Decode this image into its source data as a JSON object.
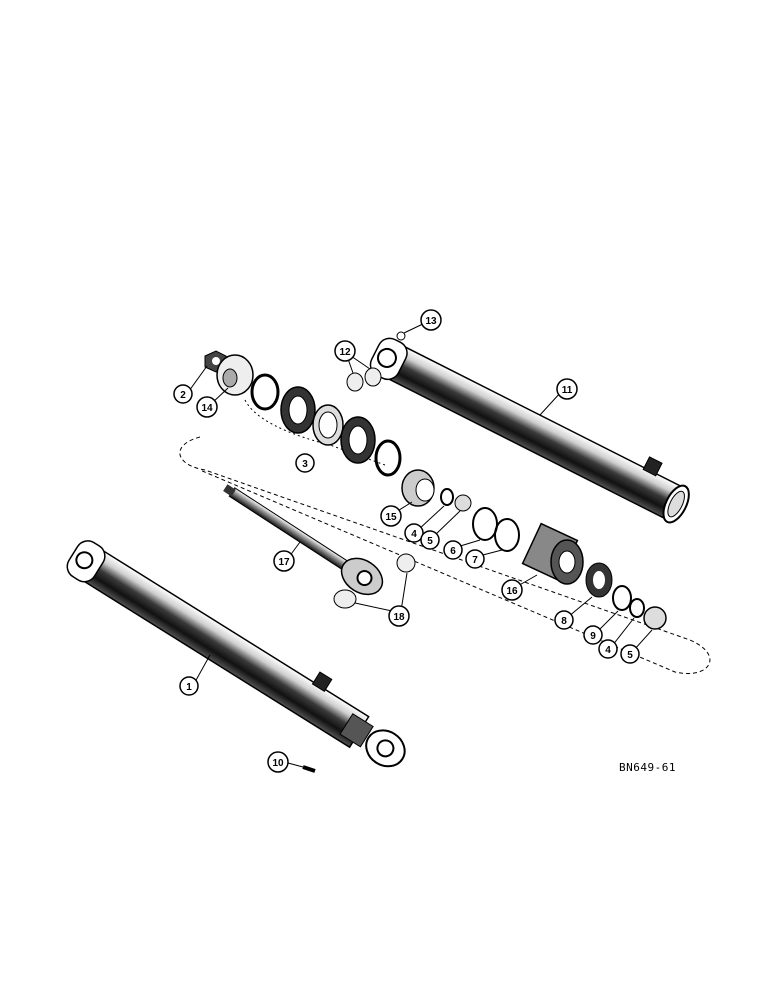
{
  "diagram": {
    "drawing_code": "BN649-61",
    "callouts": [
      {
        "id": "c1",
        "label": "1"
      },
      {
        "id": "c2",
        "label": "2"
      },
      {
        "id": "c3",
        "label": "3"
      },
      {
        "id": "c4a",
        "label": "4"
      },
      {
        "id": "c4b",
        "label": "4"
      },
      {
        "id": "c5a",
        "label": "5"
      },
      {
        "id": "c5b",
        "label": "5"
      },
      {
        "id": "c6",
        "label": "6"
      },
      {
        "id": "c7",
        "label": "7"
      },
      {
        "id": "c8",
        "label": "8"
      },
      {
        "id": "c9",
        "label": "9"
      },
      {
        "id": "c10",
        "label": "10"
      },
      {
        "id": "c11",
        "label": "11"
      },
      {
        "id": "c12",
        "label": "12"
      },
      {
        "id": "c13",
        "label": "13"
      },
      {
        "id": "c14",
        "label": "14"
      },
      {
        "id": "c15",
        "label": "15"
      },
      {
        "id": "c16",
        "label": "16"
      },
      {
        "id": "c17",
        "label": "17"
      },
      {
        "id": "c18",
        "label": "18"
      }
    ]
  }
}
